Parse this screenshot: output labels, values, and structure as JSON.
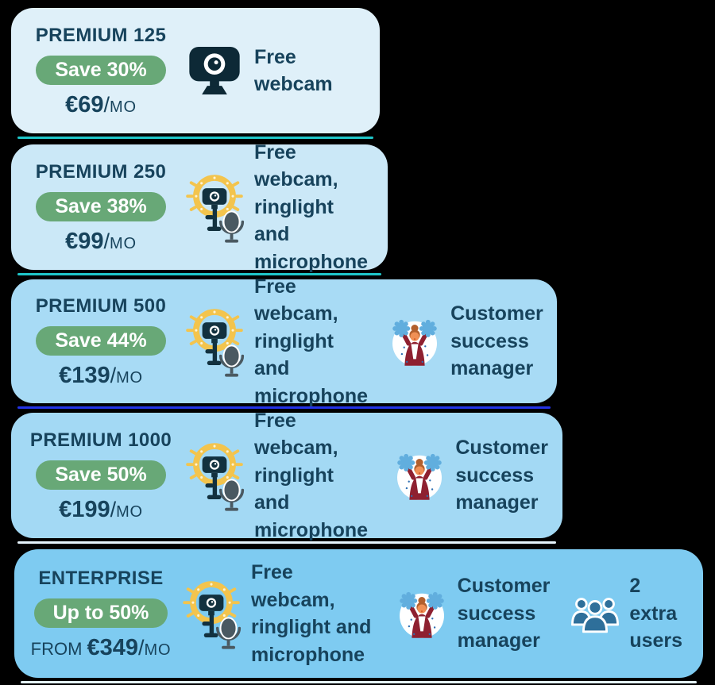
{
  "colors": {
    "page_background": "#000000",
    "text_navy": "#17435c",
    "badge_green": "#68a877",
    "ringlight_yellow": "#f3c44d",
    "icon_navy": "#0d2936",
    "microphone_gray": "#4a5961",
    "users_blue": "#2e6f9a"
  },
  "cards": [
    {
      "name": "Premium 125",
      "title": "PREMIUM 125",
      "badge": "Save 30%",
      "price": {
        "prefix": "",
        "amount": "€69",
        "slash": "/",
        "unit": "MO"
      },
      "bg": "#dff0f9",
      "accent_line": "#1fc6c9",
      "features": [
        {
          "icon": "webcam-icon",
          "text": "Free webcam"
        }
      ]
    },
    {
      "name": "Premium 250",
      "title": "PREMIUM 250",
      "badge": "Save 38%",
      "price": {
        "prefix": "",
        "amount": "€99",
        "slash": "/",
        "unit": "MO"
      },
      "bg": "#cbe8f7",
      "accent_line": "#1fc6c9",
      "features": [
        {
          "icon": "ringlight-microphone-icon",
          "text": "Free webcam,\nringlight and\nmicrophone"
        }
      ]
    },
    {
      "name": "Premium 500",
      "title": "PREMIUM 500",
      "badge": "Save 44%",
      "price": {
        "prefix": "",
        "amount": "€139",
        "slash": "/",
        "unit": "MO"
      },
      "bg": "#a8dbf5",
      "accent_line": "#2433e8",
      "features": [
        {
          "icon": "ringlight-microphone-icon",
          "text": "Free webcam,\nringlight and\nmicrophone"
        },
        {
          "icon": "cheerleader-icon",
          "text": "Customer\nsuccess\nmanager"
        }
      ]
    },
    {
      "name": "Premium 1000",
      "title": "PREMIUM 1000",
      "badge": "Save 50%",
      "price": {
        "prefix": "",
        "amount": "€199",
        "slash": "/",
        "unit": "MO"
      },
      "bg": "#a3d9f4",
      "accent_line": "#e6f4fc",
      "features": [
        {
          "icon": "ringlight-microphone-icon",
          "text": "Free webcam,\nringlight and\nmicrophone"
        },
        {
          "icon": "cheerleader-icon",
          "text": "Customer\nsuccess\nmanager"
        }
      ]
    },
    {
      "name": "Enterprise",
      "title": "ENTERPRISE",
      "badge": "Up to 50%",
      "price": {
        "prefix": "FROM ",
        "amount": "€349",
        "slash": "/",
        "unit": "MO"
      },
      "bg": "#7ecbf1",
      "accent_line": "#e6f4fc",
      "features": [
        {
          "icon": "ringlight-microphone-icon",
          "text": "Free webcam,\nringlight and\nmicrophone"
        },
        {
          "icon": "cheerleader-icon",
          "text": "Customer\nsuccess\nmanager"
        },
        {
          "icon": "extra-users-icon",
          "text": "2 extra\nusers"
        }
      ]
    }
  ]
}
